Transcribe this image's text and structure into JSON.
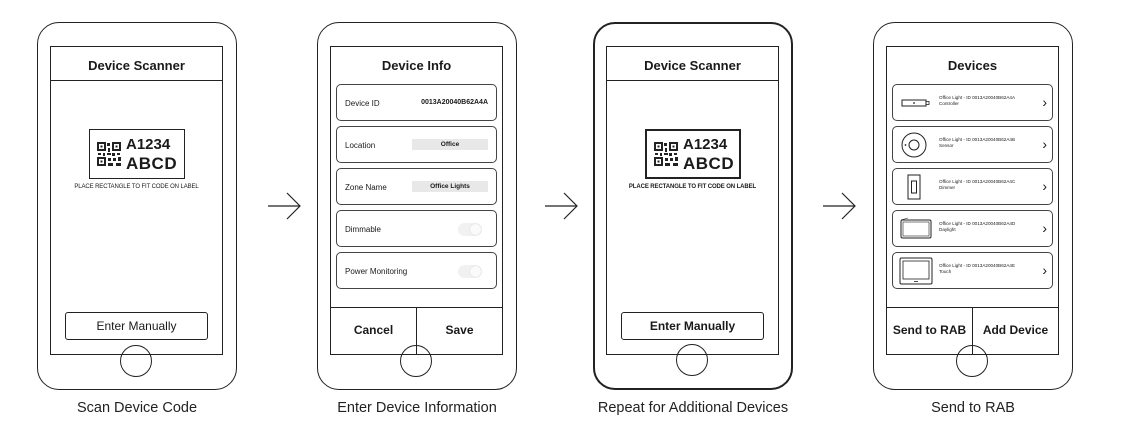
{
  "steps": [
    {
      "caption": "Scan Device Code",
      "screen": {
        "title": "Device Scanner",
        "code_line1": "A1234",
        "code_line2": "ABCD",
        "hint": "PLACE RECTANGLE TO FIT CODE ON LABEL",
        "button": "Enter Manually"
      }
    },
    {
      "caption": "Enter Device Information",
      "screen": {
        "title": "Device Info",
        "fields": [
          {
            "label": "Device ID",
            "value": "0013A20040B62A4A"
          },
          {
            "label": "Location",
            "value": "Office"
          },
          {
            "label": "Zone Name",
            "value": "Office Lights"
          },
          {
            "label": "Dimmable",
            "value": "",
            "toggle": true
          },
          {
            "label": "Power Monitoring",
            "value": "",
            "toggle": true
          }
        ],
        "buttons": [
          "Cancel",
          "Save"
        ]
      }
    },
    {
      "caption": "Repeat for Additional Devices",
      "screen": {
        "title": "Device Scanner",
        "code_line1": "A1234",
        "code_line2": "ABCD",
        "hint": "PLACE RECTANGLE TO FIT CODE ON LABEL",
        "button": "Enter Manually"
      }
    },
    {
      "caption": "Send to RAB",
      "screen": {
        "title": "Devices",
        "devices": [
          {
            "name": "Office Light - ID 0013A20040B62A4A",
            "type": "Controller",
            "icon": "controller-icon"
          },
          {
            "name": "Office Light - ID 0013A20040B62A4B",
            "type": "Sensor",
            "icon": "sensor-icon"
          },
          {
            "name": "Office Light - ID 0013A20040B62A4C",
            "type": "Dimmer",
            "icon": "dimmer-icon"
          },
          {
            "name": "Office Light - ID 0013A20040B62A4D",
            "type": "Daylight",
            "icon": "daylight-icon"
          },
          {
            "name": "Office Light - ID 0013A20040B62A4E",
            "type": "Touch",
            "icon": "touch-icon"
          }
        ],
        "buttons": [
          "Send to RAB",
          "Add Device"
        ]
      }
    }
  ],
  "colors": {
    "line": "#222222",
    "field_fill": "#e8e8e8",
    "toggle_fill": "#f1f1f1"
  },
  "connector_icon": "arrow-right-icon"
}
